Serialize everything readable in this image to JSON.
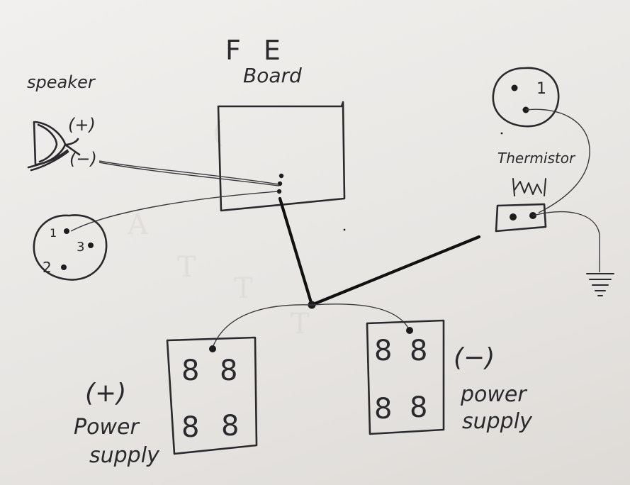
{
  "labels": {
    "speaker": "speaker",
    "speaker_pos": "(+)",
    "speaker_neg": "(−)",
    "fe_line1": "F E",
    "fe_line2": "Board",
    "thermistor": "Thermistor",
    "socket_left_pin1": "1",
    "socket_left_pin2": "2",
    "socket_left_pin3": "3",
    "socket_right_pin1": "1",
    "pos_supply_sign": "(+)",
    "pos_supply_line1": "Power",
    "pos_supply_line2": "supply",
    "neg_supply_sign": "(−)",
    "neg_supply_line1": "power",
    "neg_supply_line2": "supply"
  },
  "terminal_glyphs": {
    "glyph": "8"
  },
  "colors": {
    "ink": "#2a2a2e",
    "heavy_ink": "#111111",
    "paper": "#efeeeb"
  }
}
